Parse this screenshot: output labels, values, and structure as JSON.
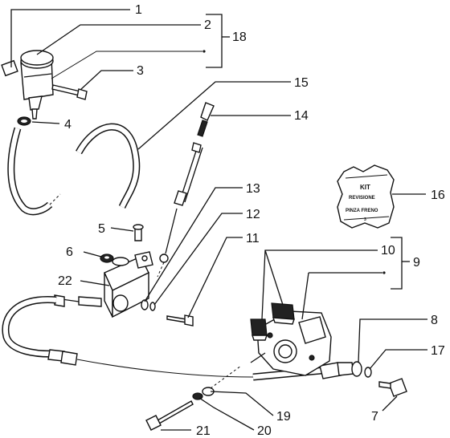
{
  "callouts": {
    "c1": "1",
    "c2": "2",
    "c3": "3",
    "c4": "4",
    "c5": "5",
    "c6": "6",
    "c7": "7",
    "c8": "8",
    "c9": "9",
    "c10": "10",
    "c11": "11",
    "c12": "12",
    "c13": "13",
    "c14": "14",
    "c15": "15",
    "c16": "16",
    "c17": "17",
    "c18": "18",
    "c19": "19",
    "c20": "20",
    "c21": "21",
    "c22": "22"
  },
  "kit_label": {
    "line1": "KIT",
    "line2": "REVISIONE",
    "line3": "PINZA FRENO"
  }
}
